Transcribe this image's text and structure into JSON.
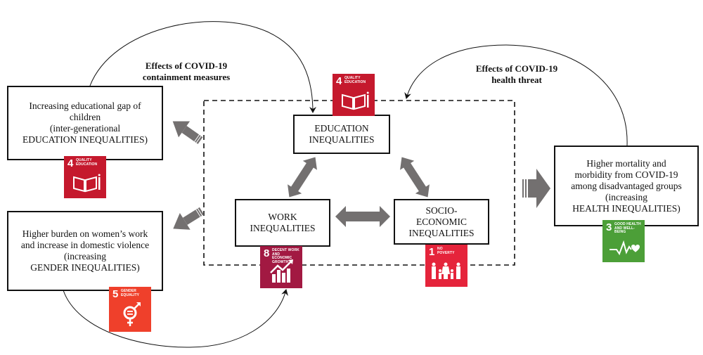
{
  "labels": {
    "containment": "Effects of COVID-19\ncontainment measures",
    "health_threat": "Effects of COVID-19\nhealth threat"
  },
  "boxes": {
    "education_gap": "Increasing educational gap of\nchildren\n(inter-generational\nEDUCATION INEQUALITIES)",
    "gender": "Higher burden on women’s work\nand increase in domestic violence\n(increasing\nGENDER INEQUALITIES)",
    "education_ineq": "EDUCATION\nINEQUALITIES",
    "work_ineq": "WORK\nINEQUALITIES",
    "socio_ineq": "SOCIO-\nECONOMIC\nINEQUALITIES",
    "health": "Higher mortality and\nmorbidity from COVID-19\namong disadvantaged groups\n(increasing\nHEALTH INEQUALITIES)"
  },
  "sdgs": {
    "sdg4_left": {
      "number": "4",
      "title": "Quality\nEducation",
      "icon": "book-pencil-icon",
      "color": "#C5192D"
    },
    "sdg4_center": {
      "number": "4",
      "title": "Quality\nEducation",
      "icon": "book-pencil-icon",
      "color": "#C5192D"
    },
    "sdg5": {
      "number": "5",
      "title": "Gender\nEquality",
      "icon": "gender-equality-icon",
      "color": "#EF402B"
    },
    "sdg8": {
      "number": "8",
      "title": "Decent work and\neconomic growth",
      "icon": "growth-chart-icon",
      "color": "#A21942"
    },
    "sdg1": {
      "number": "1",
      "title": "No\npoverty",
      "icon": "family-icon",
      "color": "#E5243B"
    },
    "sdg3": {
      "number": "3",
      "title": "Good health\nand well-being",
      "icon": "heartbeat-icon",
      "color": "#4C9F38"
    }
  },
  "colors": {
    "arrow_fill": "#737070",
    "line": "#111111"
  }
}
